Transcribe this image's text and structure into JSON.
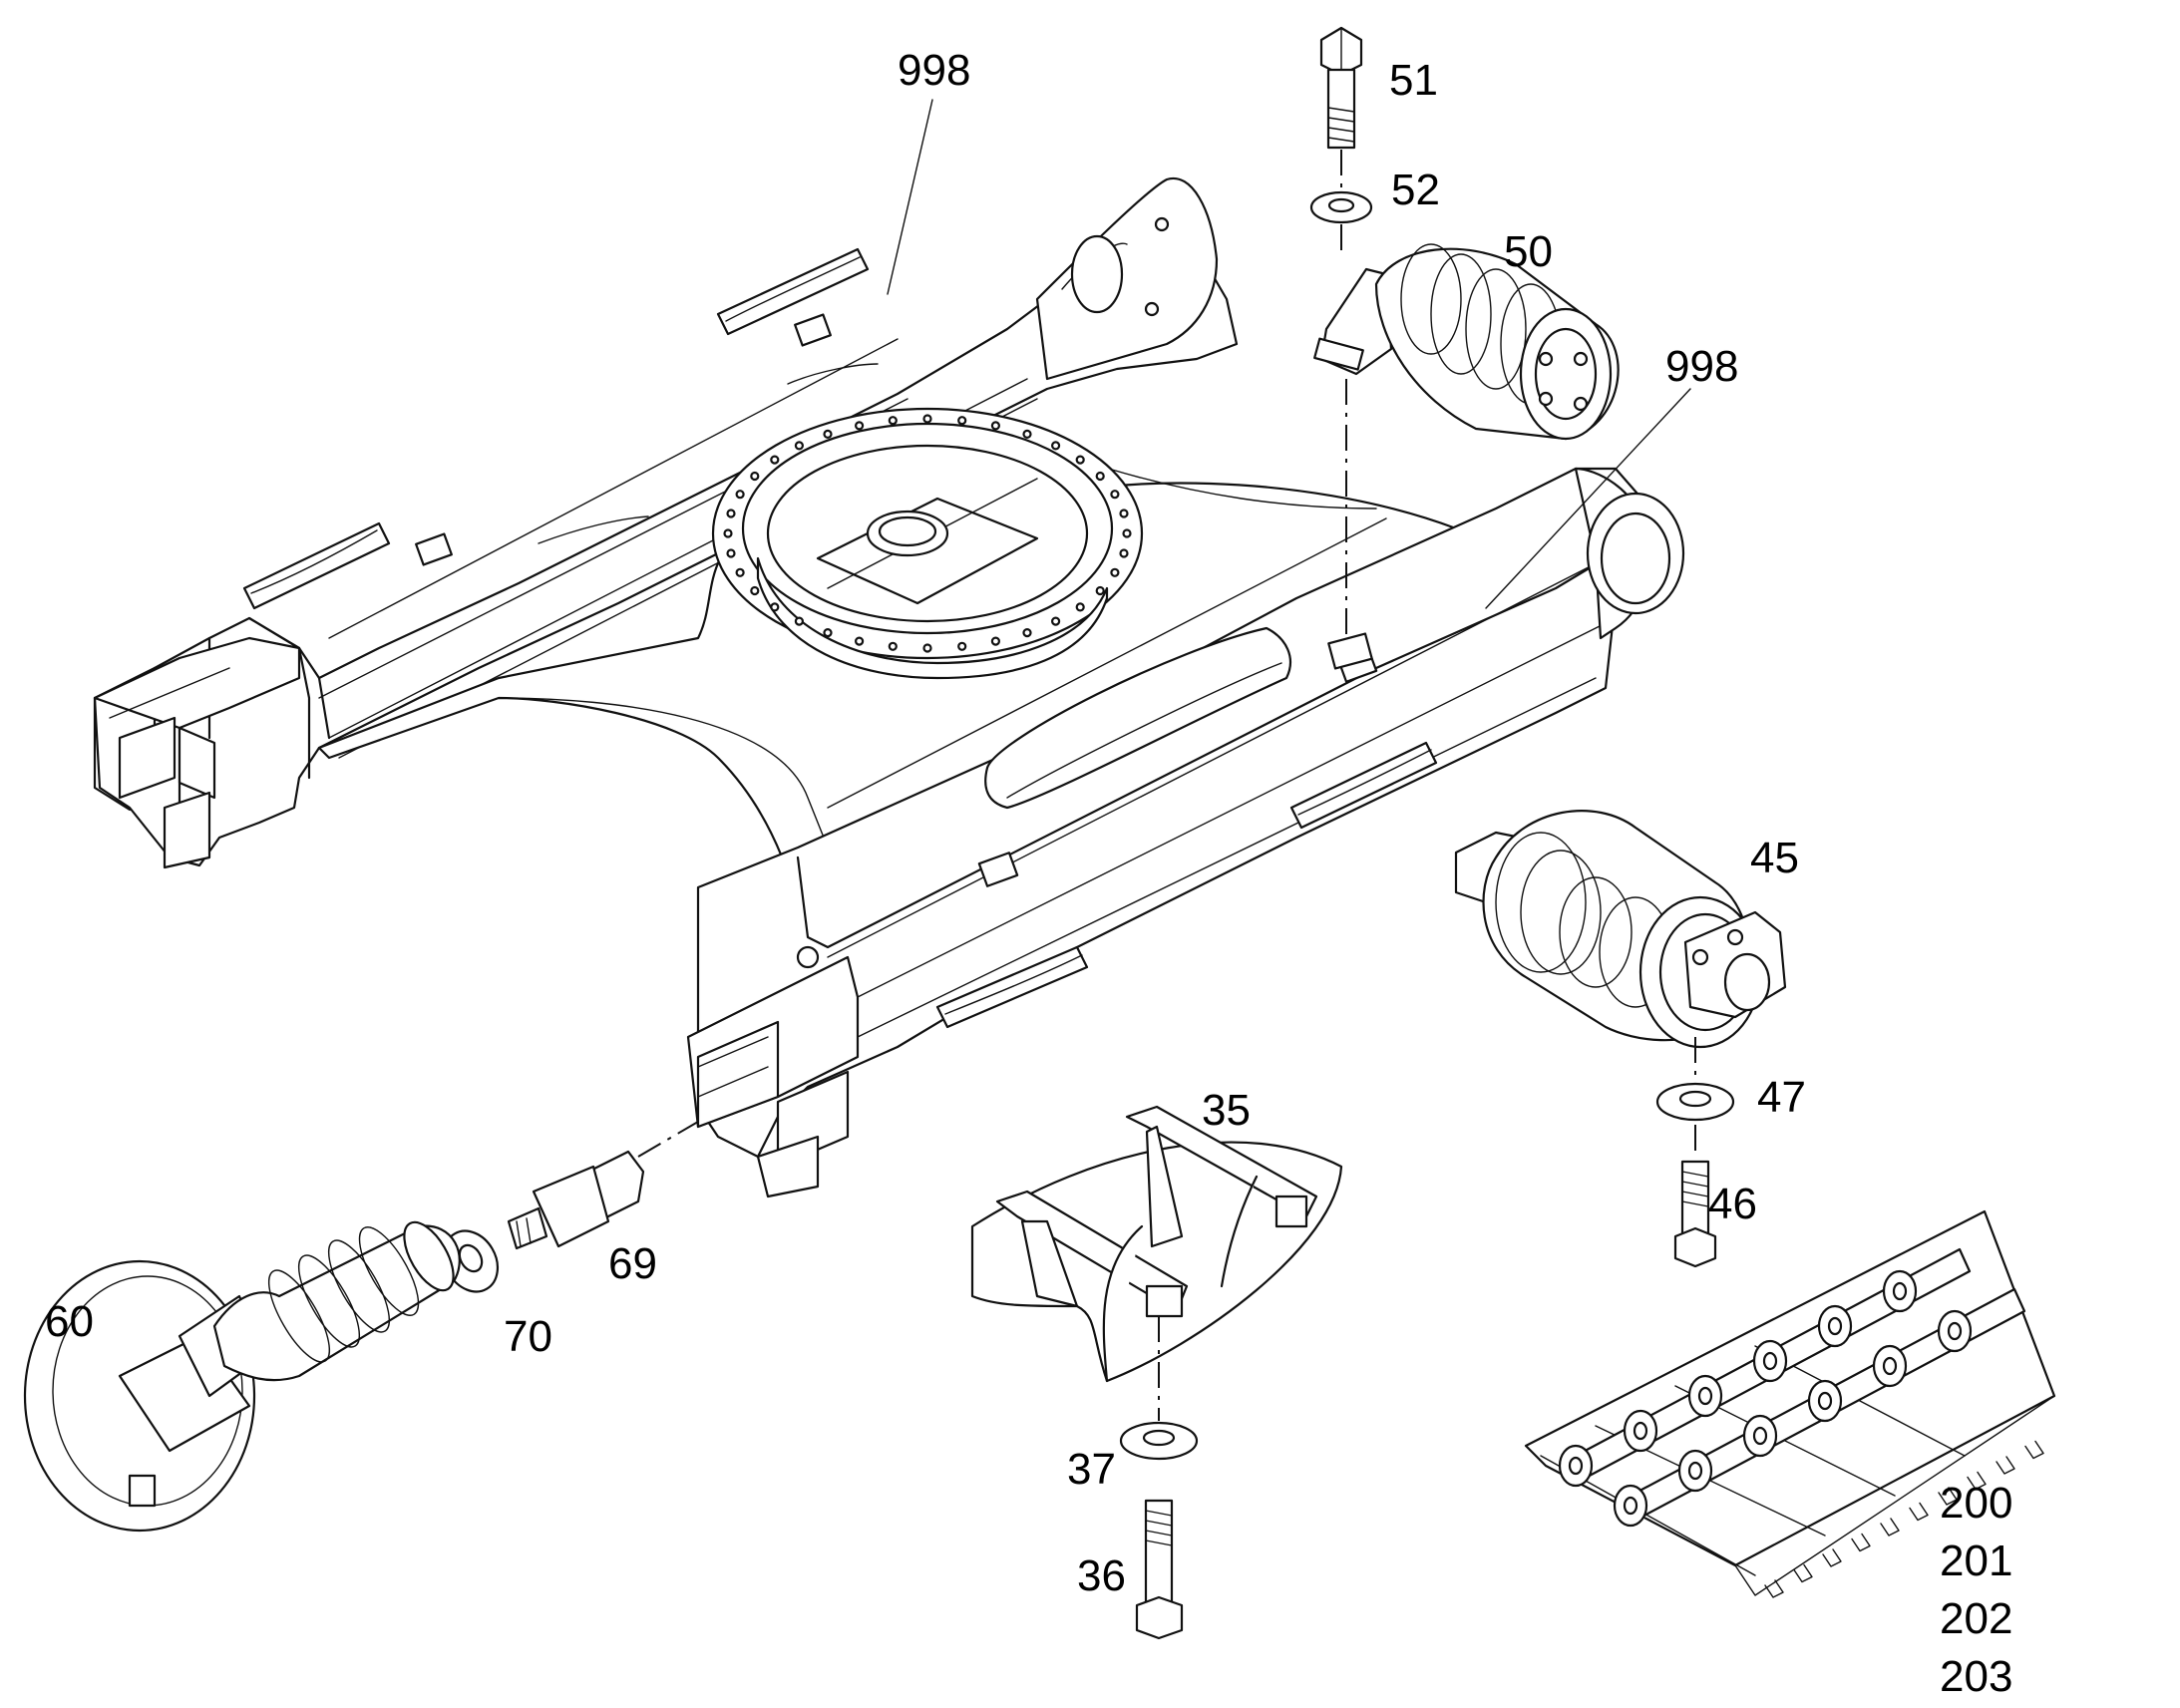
{
  "callouts": {
    "frame_top": "998",
    "frame_right": "998",
    "bolt_top": "51",
    "washer_top": "52",
    "carrier_roller": "50",
    "track_roller": "45",
    "washer_47": "47",
    "bolt_46": "46",
    "guard": "35",
    "washer_37": "37",
    "bolt_36": "36",
    "adjuster": "69",
    "washer_70": "70",
    "idler": "60",
    "track_200": "200",
    "track_201": "201",
    "track_202": "202",
    "track_203": "203"
  },
  "colors": {
    "line": "#111111",
    "background": "#ffffff"
  }
}
